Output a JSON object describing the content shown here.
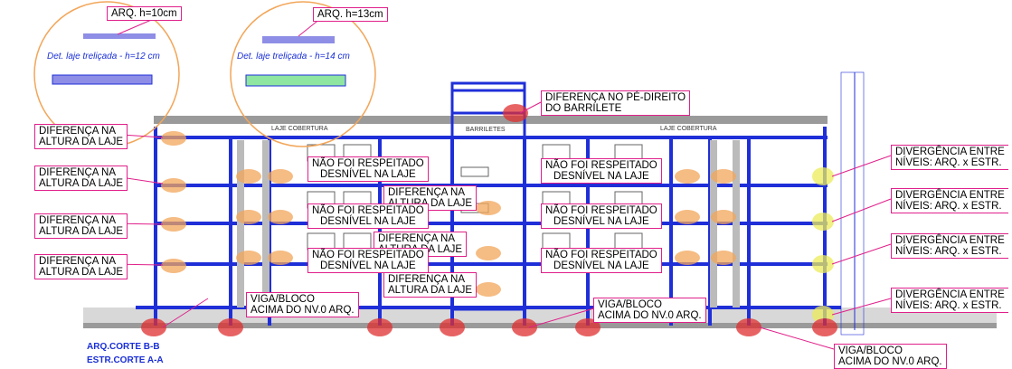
{
  "arq_top_left": "ARQ. h=10cm",
  "arq_top_right": "ARQ. h=13cm",
  "det_left": "Det. laje treliçada - h=12 cm",
  "det_right": "Det. laje treliçada - h=14 cm",
  "laje_cobertura": "LAJE COBERTURA",
  "barriletes": "BARRILETES",
  "diff_pe_direito": "DIFERENÇA NO PÉ-DIREITO\nDO BARRILETE",
  "diff_altura": "DIFERENÇA NA\nALTURA DA LAJE",
  "nao_respeitado": "NÃO FOI RESPEITADO\nDESNÍVEL NA LAJE",
  "divergencia": "DIVERGÊNCIA ENTRE\nNÍVEIS: ARQ. x ESTR.",
  "viga_bloco": "VIGA/BLOCO\nACIMA DO NV.0 ARQ.",
  "corte_arq": "ARQ.CORTE B-B",
  "corte_estr": "ESTR.CORTE A-A",
  "colors": {
    "structure": "#1f2fd8",
    "highlight_orange": "#f2a65a",
    "highlight_red": "#e03030",
    "highlight_yellow": "#ecec5a",
    "label_border": "#e0208a"
  }
}
